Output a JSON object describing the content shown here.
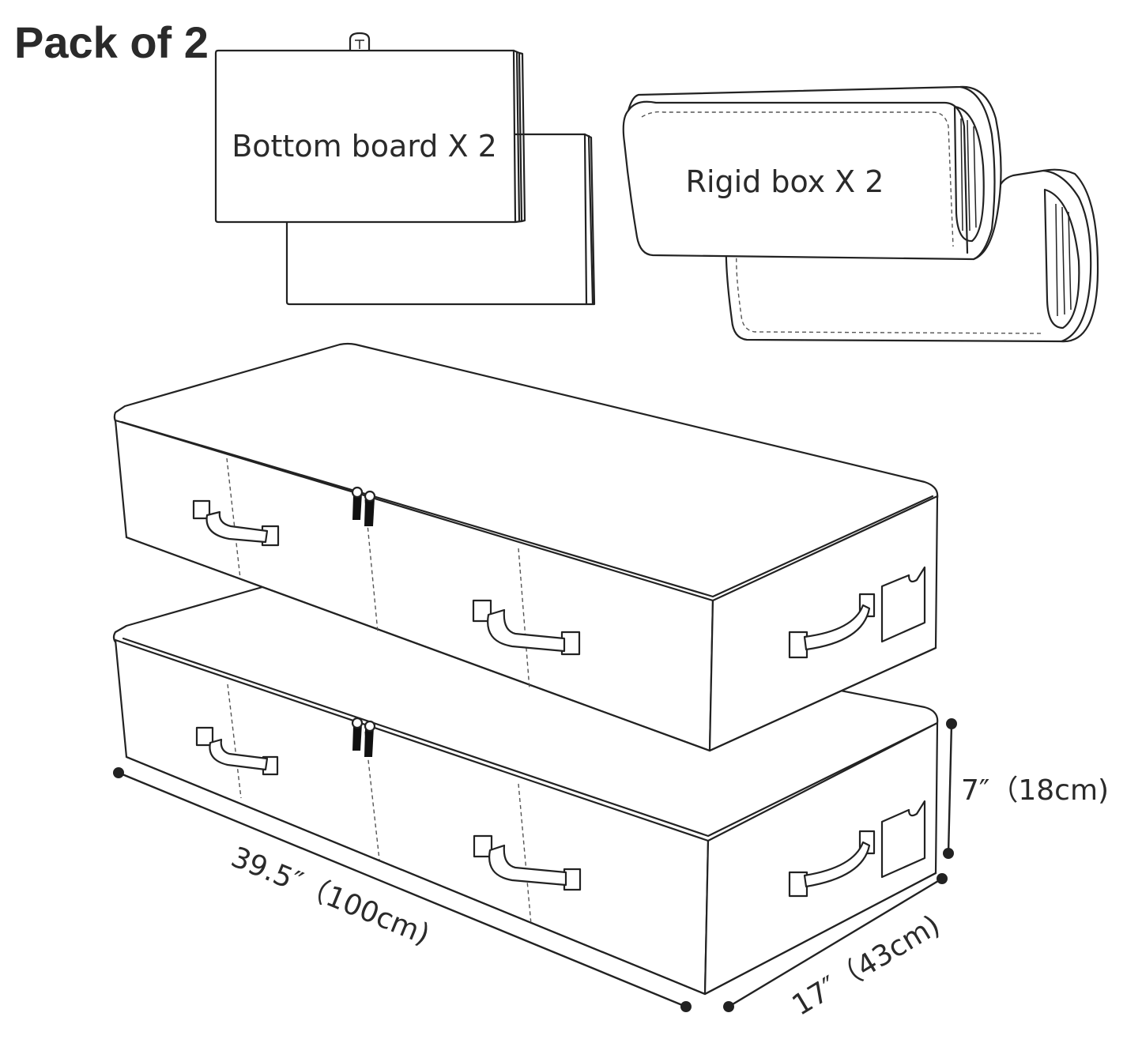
{
  "title": "Pack of 2",
  "accessories": {
    "bottom_board_label": "Bottom board X 2",
    "rigid_box_label": "Rigid box X 2"
  },
  "dimensions": {
    "length": "39.5″（100cm)",
    "width": "17″（43cm)",
    "height": "7″（18cm)"
  },
  "colors": {
    "line": "#222222",
    "text": "#2a2a2a",
    "background": "#ffffff"
  }
}
